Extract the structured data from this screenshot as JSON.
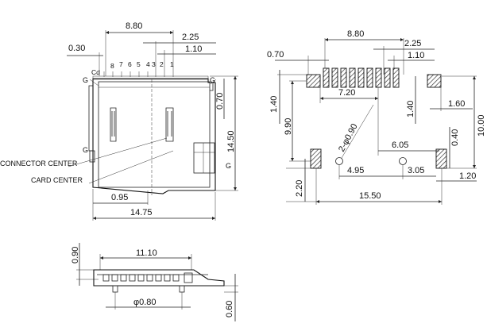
{
  "top_view": {
    "dims": {
      "width_top": "8.80",
      "offset_top": "0.30",
      "pitch_group": "2.25",
      "pitch": "1.10",
      "right_upper": "0.70",
      "height": "14.50",
      "bottom_left": "0.95",
      "width_bottom": "14.75"
    },
    "pins": [
      "Cd",
      "8",
      "7",
      "6",
      "5",
      "4",
      "3",
      "2",
      "1"
    ],
    "g_labels": [
      "G",
      "G",
      "G",
      "G"
    ],
    "notes": {
      "connector_center": "CONNECTOR CENTER",
      "card_center": "CARD CENTER"
    }
  },
  "footprint": {
    "dims": {
      "width_top": "8.80",
      "left_top": "0.70",
      "pitch_group": "2.25",
      "pitch": "1.10",
      "pad_height": "1.40",
      "pad_span": "7.20",
      "right_offset": "1.40",
      "right_width": "1.60",
      "left_height": "9.90",
      "hole": "2-φ0.90",
      "center_x": "6.05",
      "right_small": "0.40",
      "total_height": "10.00",
      "hole_to_center": "4.95",
      "center_to_right": "3.05",
      "right_pad": "1.20",
      "bottom_height": "2.20",
      "total_width": "15.50"
    }
  },
  "side_view": {
    "dims": {
      "height_left": "0.90",
      "width": "11.10",
      "peg": "φ0.80",
      "peg_height": "0.60"
    }
  }
}
